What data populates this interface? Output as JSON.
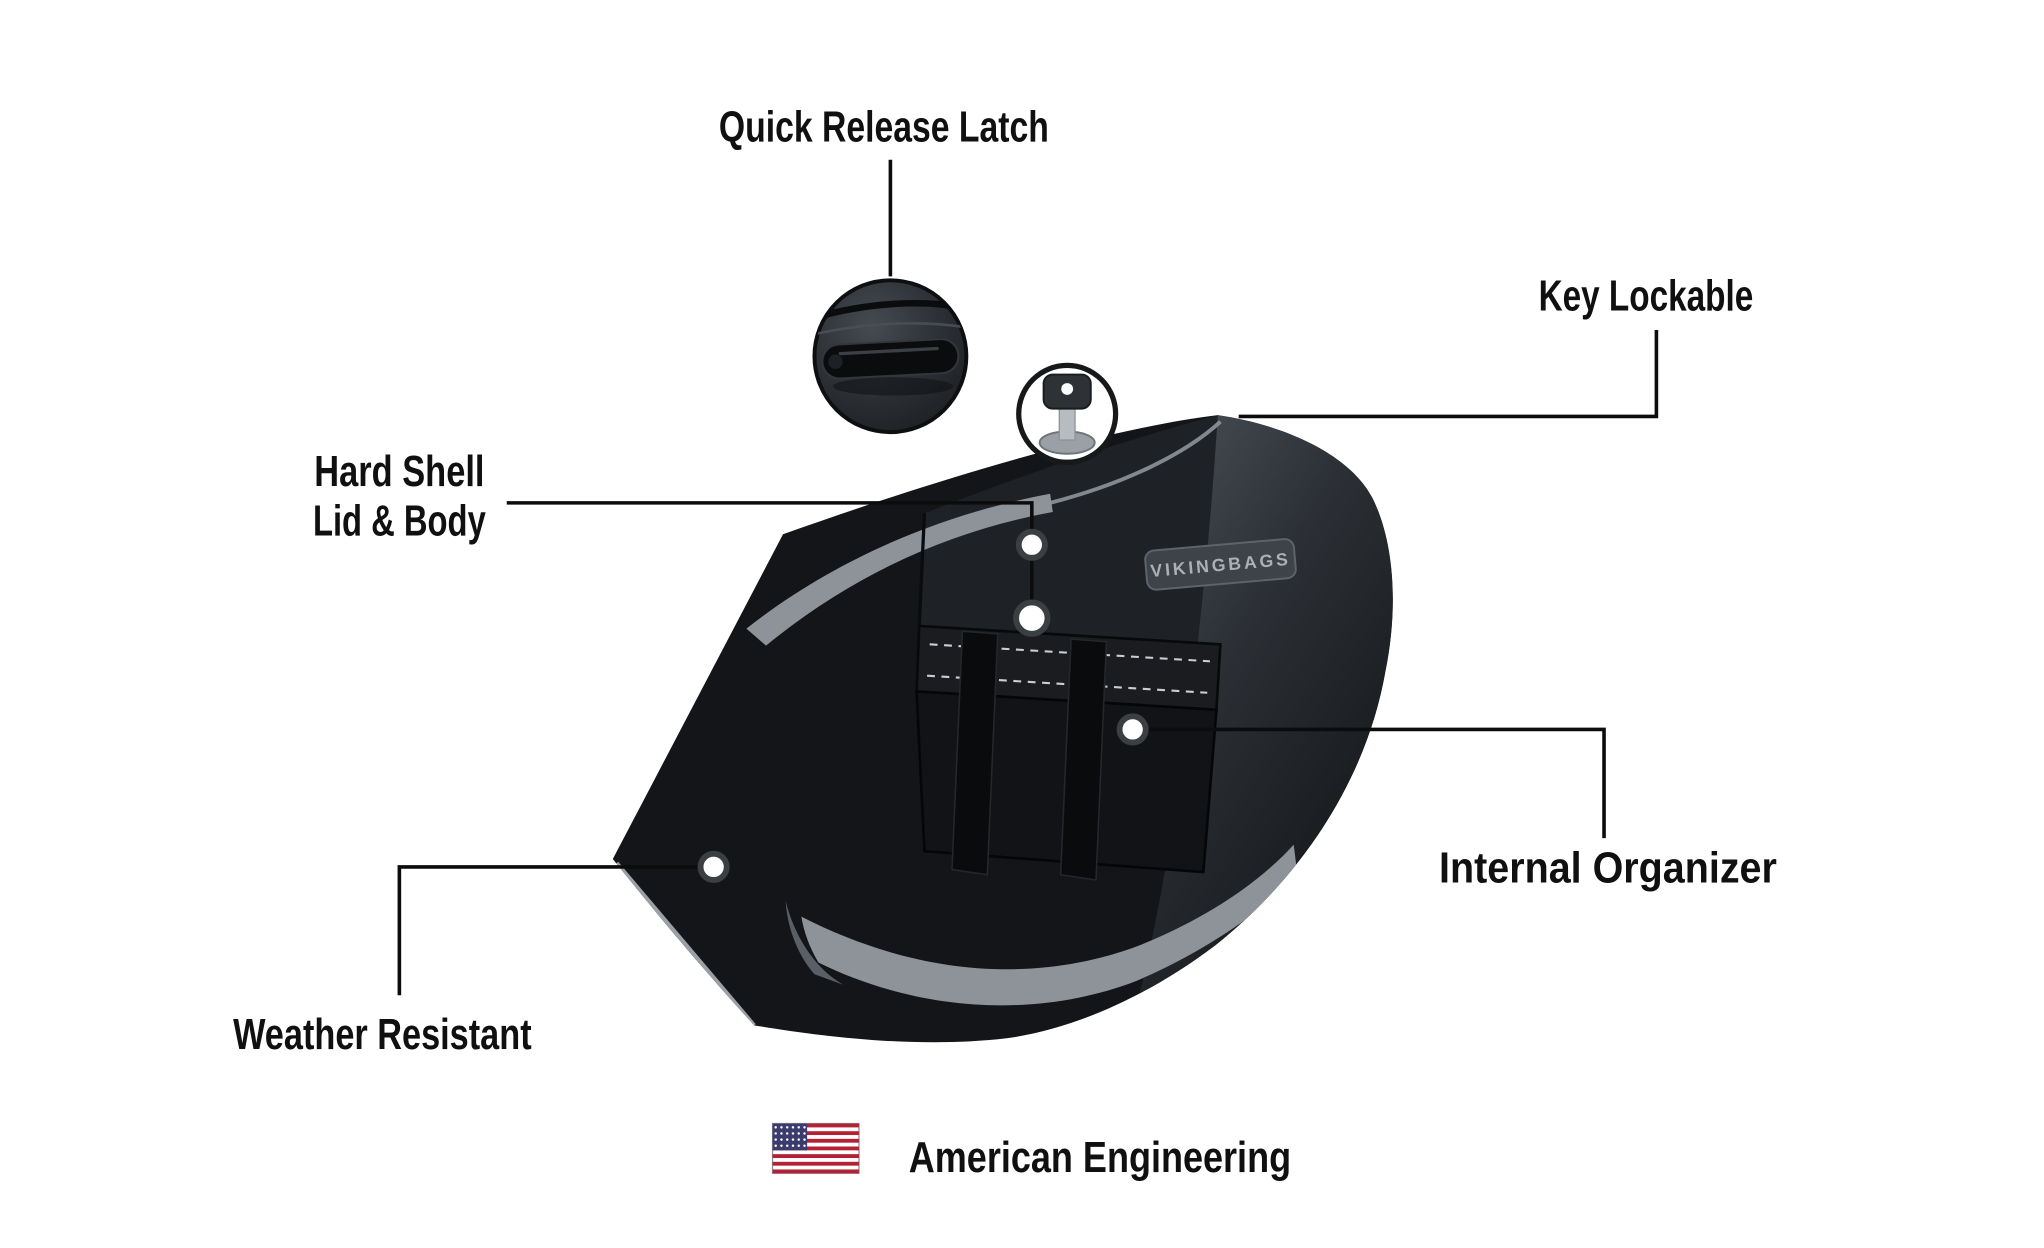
{
  "callouts": {
    "quick_release": {
      "label": "Quick Release Latch"
    },
    "key_lockable": {
      "label": "Key Lockable"
    },
    "hard_shell": {
      "line1": "Hard Shell",
      "line2": "Lid & Body"
    },
    "internal_organizer": {
      "label": "Internal Organizer"
    },
    "weather_resistant": {
      "label": "Weather Resistant"
    }
  },
  "footer": {
    "label": "American Engineering"
  },
  "product": {
    "badge": "VIKINGBAGS"
  },
  "colors": {
    "background": "#ffffff",
    "text": "#101010",
    "line": "#0c0c0c",
    "bag_black": "#141518",
    "accent_gray": "#8e939a",
    "flag_red": "#B22234",
    "flag_blue": "#3C3B6E"
  }
}
